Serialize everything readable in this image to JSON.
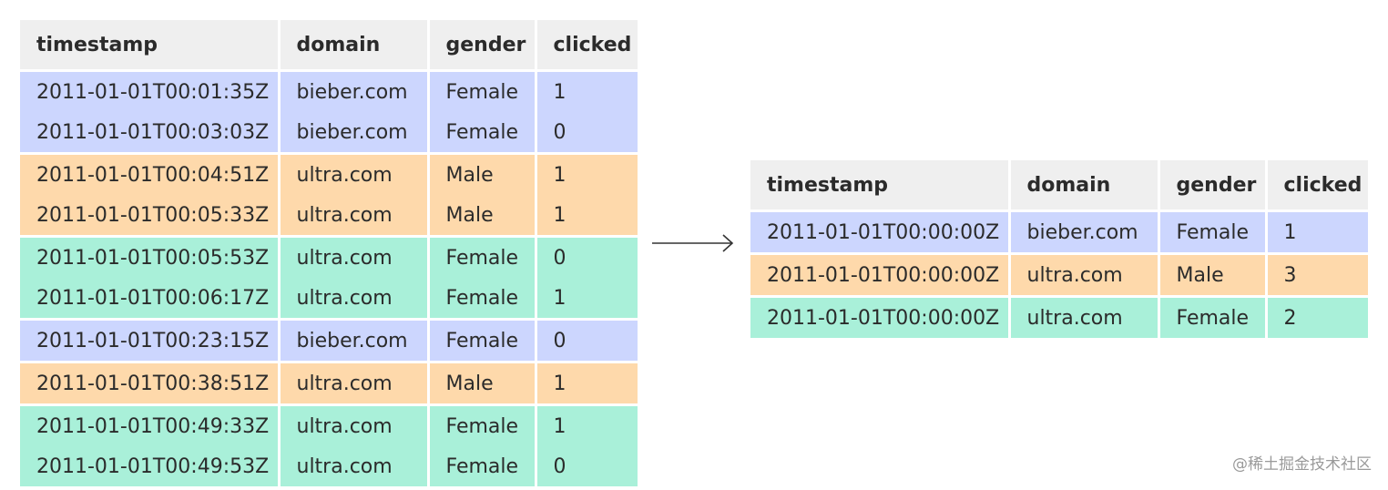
{
  "colors": {
    "header": "#efefef",
    "bieber_female": "#ccd6fe",
    "ultra_male": "#fed9ab",
    "ultra_female": "#a9f0d9"
  },
  "left_table": {
    "headers": [
      "timestamp",
      "domain",
      "gender",
      "clicked"
    ],
    "rows": [
      {
        "timestamp": "2011-01-01T00:01:35Z",
        "domain": "bieber.com",
        "gender": "Female",
        "clicked": "1",
        "group": "bieber_female"
      },
      {
        "timestamp": "2011-01-01T00:03:03Z",
        "domain": "bieber.com",
        "gender": "Female",
        "clicked": "0",
        "group": "bieber_female"
      },
      {
        "timestamp": "2011-01-01T00:04:51Z",
        "domain": "ultra.com",
        "gender": "Male",
        "clicked": "1",
        "group": "ultra_male"
      },
      {
        "timestamp": "2011-01-01T00:05:33Z",
        "domain": "ultra.com",
        "gender": "Male",
        "clicked": "1",
        "group": "ultra_male"
      },
      {
        "timestamp": "2011-01-01T00:05:53Z",
        "domain": "ultra.com",
        "gender": "Female",
        "clicked": "0",
        "group": "ultra_female"
      },
      {
        "timestamp": "2011-01-01T00:06:17Z",
        "domain": "ultra.com",
        "gender": "Female",
        "clicked": "1",
        "group": "ultra_female"
      },
      {
        "timestamp": "2011-01-01T00:23:15Z",
        "domain": "bieber.com",
        "gender": "Female",
        "clicked": "0",
        "group": "bieber_female"
      },
      {
        "timestamp": "2011-01-01T00:38:51Z",
        "domain": "ultra.com",
        "gender": "Male",
        "clicked": "1",
        "group": "ultra_male"
      },
      {
        "timestamp": "2011-01-01T00:49:33Z",
        "domain": "ultra.com",
        "gender": "Female",
        "clicked": "1",
        "group": "ultra_female"
      },
      {
        "timestamp": "2011-01-01T00:49:53Z",
        "domain": "ultra.com",
        "gender": "Female",
        "clicked": "0",
        "group": "ultra_female"
      }
    ]
  },
  "right_table": {
    "headers": [
      "timestamp",
      "domain",
      "gender",
      "clicked"
    ],
    "rows": [
      {
        "timestamp": "2011-01-01T00:00:00Z",
        "domain": "bieber.com",
        "gender": "Female",
        "clicked": "1",
        "group": "bieber_female"
      },
      {
        "timestamp": "2011-01-01T00:00:00Z",
        "domain": "ultra.com",
        "gender": "Male",
        "clicked": "3",
        "group": "ultra_male"
      },
      {
        "timestamp": "2011-01-01T00:00:00Z",
        "domain": "ultra.com",
        "gender": "Female",
        "clicked": "2",
        "group": "ultra_female"
      }
    ]
  },
  "arrow_icon": "right-arrow",
  "watermark": "@稀土掘金技术社区"
}
